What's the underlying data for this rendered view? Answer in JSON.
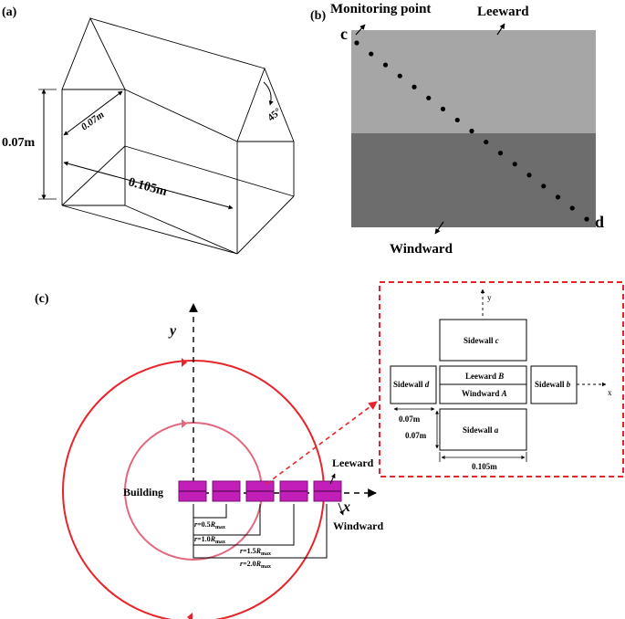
{
  "colors": {
    "orbit_outer": "#e8242b",
    "orbit_inner": "#e3677d",
    "building": "#c21fb8",
    "callout": "#e8242b",
    "panel_b_top": "#a6a6a6",
    "panel_b_bottom": "#6d6d6d"
  },
  "panel_a": {
    "label": "(a)",
    "height": "0.07m",
    "depth": "0.07m",
    "length": "0.105m",
    "angle": "45°"
  },
  "panel_b": {
    "label": "(b)",
    "monitoring_point": "Monitoring point",
    "leeward": "Leeward",
    "windward": "Windward",
    "point_c": "c",
    "point_d": "d",
    "dot_count": 17
  },
  "panel_c": {
    "label": "(c)",
    "y_axis": "y",
    "x_axis": "x",
    "building": "Building",
    "leeward": "Leeward",
    "windward": "Windward",
    "radii": [
      {
        "r": "r",
        "eq": "=0.5",
        "R": "R",
        "sub": "max"
      },
      {
        "r": "r",
        "eq": "=1.0",
        "R": "R",
        "sub": "max"
      },
      {
        "r": "r",
        "eq": "=1.5",
        "R": "R",
        "sub": "max"
      },
      {
        "r": "r",
        "eq": "=2.0",
        "R": "R",
        "sub": "max"
      }
    ]
  },
  "inset": {
    "y_axis": "y",
    "x_axis": "x",
    "sidewall_c": {
      "word": "Sidewall ",
      "letter": "c"
    },
    "sidewall_d": {
      "word": "Sidewall ",
      "letter": "d"
    },
    "sidewall_b": {
      "word": "Sidewall ",
      "letter": "b"
    },
    "sidewall_a": {
      "word": "Sidewall ",
      "letter": "a"
    },
    "leeward": {
      "word": "Leeward ",
      "letter": "B"
    },
    "windward": {
      "word": "Windward ",
      "letter": "A"
    },
    "dim_width": "0.07m",
    "dim_height": "0.07m",
    "dim_length": "0.105m"
  }
}
